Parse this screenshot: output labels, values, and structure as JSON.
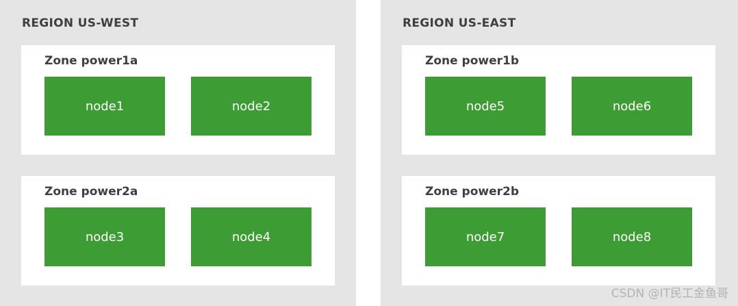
{
  "regions": [
    {
      "title": "REGION US-WEST",
      "zones": [
        {
          "title": "Zone power1a",
          "nodes": [
            "node1",
            "node2"
          ]
        },
        {
          "title": "Zone power2a",
          "nodes": [
            "node3",
            "node4"
          ]
        }
      ]
    },
    {
      "title": "REGION US-EAST",
      "zones": [
        {
          "title": "Zone power1b",
          "nodes": [
            "node5",
            "node6"
          ]
        },
        {
          "title": "Zone power2b",
          "nodes": [
            "node7",
            "node8"
          ]
        }
      ]
    }
  ],
  "watermark": "CSDN @IT民工金鱼哥",
  "colors": {
    "region_bg": "#e5e5e5",
    "zone_bg": "#ffffff",
    "node_bg": "#3e9c35",
    "node_text": "#ffffff"
  }
}
